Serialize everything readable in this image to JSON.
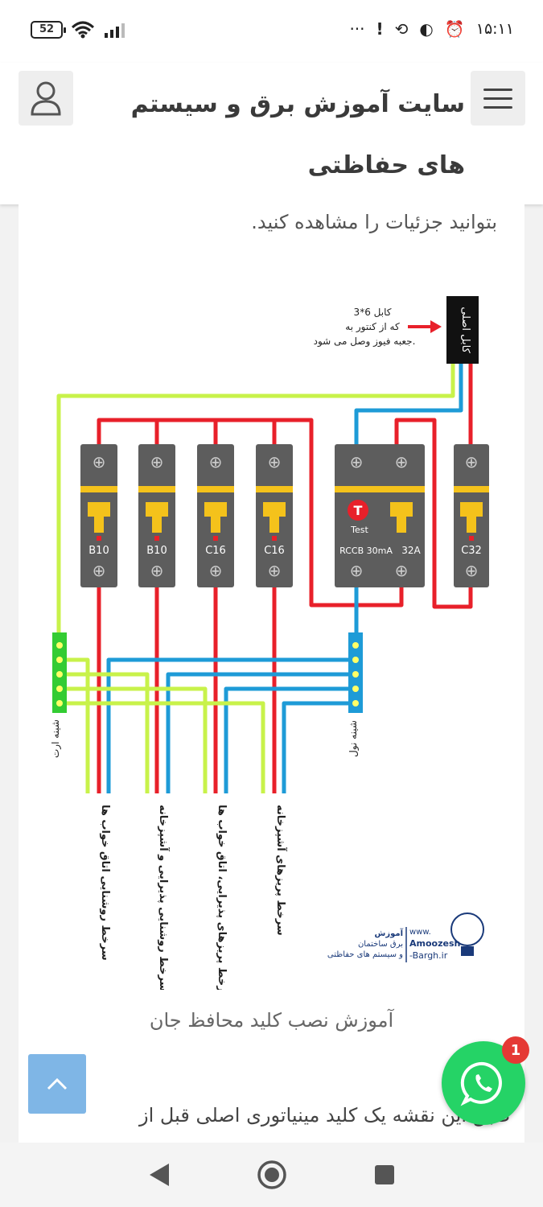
{
  "status": {
    "battery": "52",
    "time": "۱۵:۱۱",
    "more": "···"
  },
  "header": {
    "title": "سایت آموزش برق و سیستم های حفاظتی"
  },
  "article": {
    "intro": "بتوانید جزئیات را مشاهده کنید.",
    "caption": "آموزش نصب کلید محافظ جان",
    "body": "طبق این نقشه یک کلید مینیاتوری اصلی قبل از"
  },
  "diagram": {
    "main_cable": "کابل اصلی",
    "cable_note_1": "کابل 6*3",
    "cable_note_2": "که از کنتور به",
    "cable_note_3": "جعبه فیوز وصل می شود.",
    "breakers": [
      "B10",
      "B10",
      "C16",
      "C16"
    ],
    "rccb_test": "Test",
    "rccb_label": "RCCB 30mA",
    "rccb_rating": "32A",
    "main_breaker": "C32",
    "earth_bar": "شینه ارت",
    "neutral_bar": "شینه نول",
    "circuits": [
      "سرخط روشنایی اتاق خواب ها",
      "سرخط روشنایی پذیرایی و آشپزخانه",
      "سرخط پریزهای پذیرایی، اتاق خواب ها",
      "سرخط پریزهای آشپزخانه"
    ],
    "logo_line_1": "آموزش",
    "logo_line_2": "برق ساختمان",
    "logo_line_3": "و سیستم های حفاظتی",
    "logo_www": "www.",
    "logo_domain_1": "Amoozesh",
    "logo_domain_2": "-Bargh.ir"
  },
  "whatsapp": {
    "badge": "1"
  },
  "colors": {
    "red": "#e8202a",
    "blue": "#1e9bd7",
    "earth": "#c8f24a",
    "breaker": "#5d5d5d",
    "handle": "#f4c21b",
    "accent": "#25d366"
  }
}
